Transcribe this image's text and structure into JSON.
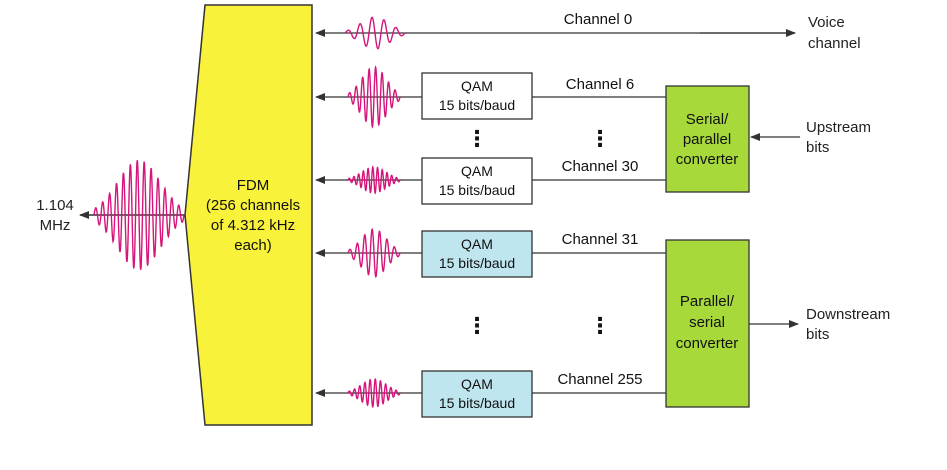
{
  "colors": {
    "fdm_fill": "#f9f23a",
    "converter_fill": "#a7d93a",
    "qam_upstream_fill": "#ffffff",
    "qam_downstream_fill": "#bfe6ef",
    "waveform": "#d6147a",
    "channel0_label": "#d6147a",
    "line": "#333333"
  },
  "fdm": {
    "line1": "FDM",
    "line2": "(256 channels",
    "line3": "of 4.312 kHz",
    "line4": "each)"
  },
  "output": {
    "line1": "1.104",
    "line2": "MHz"
  },
  "channels": {
    "ch0": "Channel 0",
    "ch6": "Channel 6",
    "ch30": "Channel 30",
    "ch31": "Channel 31",
    "ch255": "Channel 255"
  },
  "qam": {
    "title": "QAM",
    "rate": "15 bits/baud"
  },
  "voice": {
    "line1": "Voice",
    "line2": "channel"
  },
  "serial_parallel": {
    "line1": "Serial/",
    "line2": "parallel",
    "line3": "converter"
  },
  "parallel_serial": {
    "line1": "Parallel/",
    "line2": "serial",
    "line3": "converter"
  },
  "upstream": {
    "line1": "Upstream",
    "line2": "bits"
  },
  "downstream": {
    "line1": "Downstream",
    "line2": "bits"
  },
  "ellipsis": "⋮"
}
